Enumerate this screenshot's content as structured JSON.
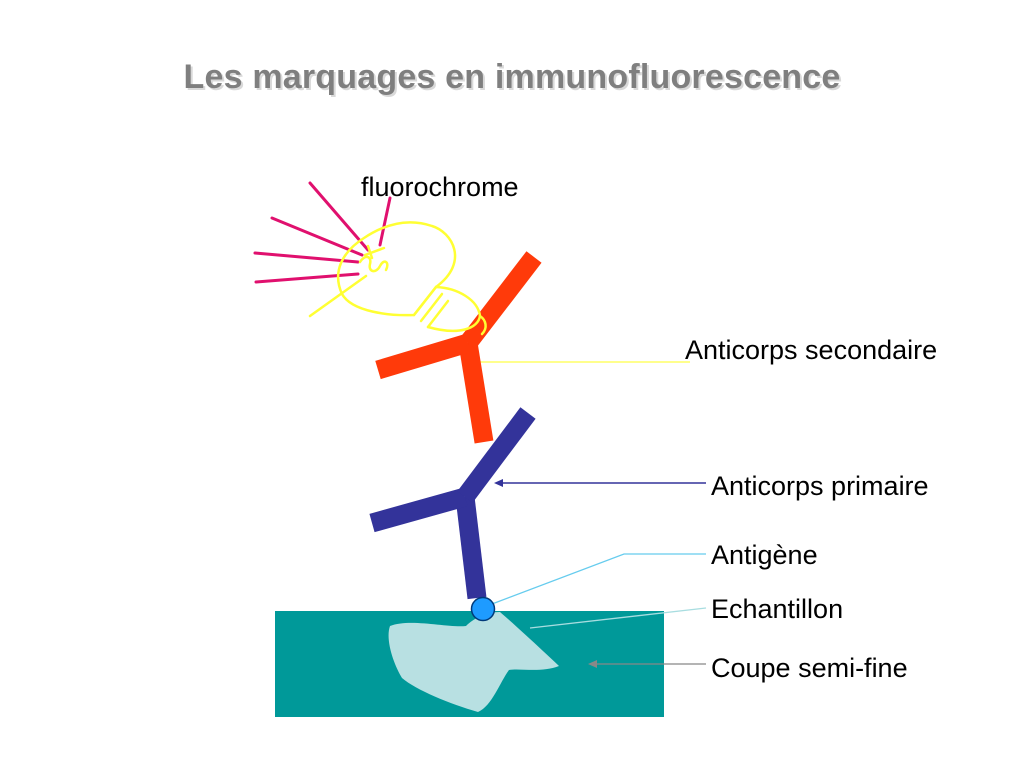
{
  "title": "Les marquages en immunofluorescence",
  "labels": {
    "fluorochrome": "fluorochrome",
    "secondary_antibody": "Anticorps secondaire",
    "primary_antibody": "Anticorps primaire",
    "antigen": "Antigène",
    "sample": "Echantillon",
    "section": "Coupe semi-fine"
  },
  "colors": {
    "title": "#7f7f7f",
    "secondary_antibody": "#ff3a0a",
    "primary_antibody": "#33339a",
    "bulb": "#ffff33",
    "rays": "#e0106e",
    "section": "#009999",
    "sample": "#b8e0e2",
    "antigen": "#1e9bff"
  }
}
